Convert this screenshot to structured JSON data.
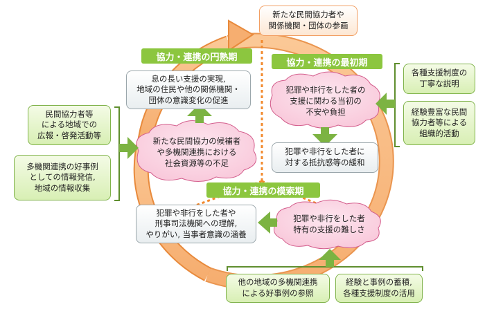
{
  "top": {
    "text": "新たな民間協力者や\n関係機関・団体の参画"
  },
  "phases": {
    "mature": "協力・連携の円熟期",
    "initial": "協力・連携の最初期",
    "exploration": "協力・連携の模索期"
  },
  "mature": {
    "box": "息の長い支援の実現,\n地域の住民や他の関係機関・\n団体の意識変化の促進",
    "cloud": "新たな民間協力の候補者\nや多機関連携における\n社会資源等の不足"
  },
  "initial": {
    "cloud": "犯罪や非行をした者の\n支援に関わる当初の\n不安や負担",
    "box": "犯罪や非行をした者に\n対する抵抗感等の緩和"
  },
  "exploration": {
    "cloud": "犯罪や非行をした者\n特有の支援の難しさ",
    "box": "犯罪や非行をした者や\n刑事司法機関への理解,\nやりがい, 当事者意識の涵養"
  },
  "left_supports": [
    "民間協力者等\nによる地域での\n広報・啓発活動等",
    "多機関連携の好事例\nとしての情報発信,\n地域の情報収集"
  ],
  "right_supports": [
    "各種支援制度の\n丁寧な説明",
    "経験豊富な民間\n協力者等による\n組織的活動"
  ],
  "bottom_supports": [
    "他の地域の多機関連携\nによる好事例の参照",
    "経験と事例の蓄積,\n各種支援制度の活用"
  ],
  "colors": {
    "ring": "#f7b27a",
    "ring_edge": "#e88a3c",
    "phase_label": "#8cc63f",
    "support_arrow": "#7cb342",
    "cloud_fill": "#fbd6e4",
    "cloud_edge": "#d35d8c",
    "divider": "#f28a2e"
  }
}
